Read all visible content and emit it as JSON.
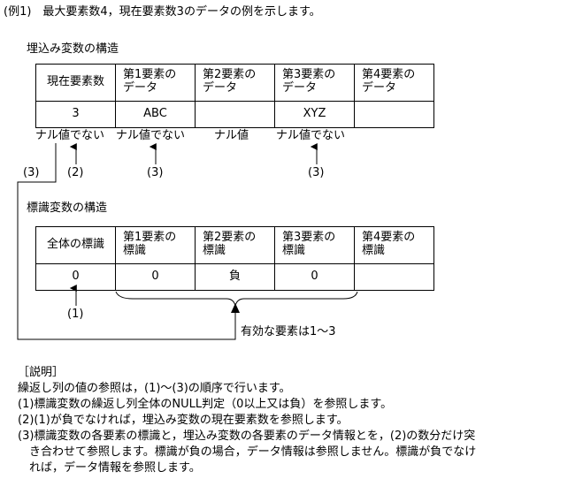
{
  "example_title": "(例1)　最大要素数4，現在要素数3のデータの例を示します。",
  "embed_struct": {
    "title": "埋込み変数の構造",
    "headers": [
      "現在要素数",
      "第1要素の\nデータ",
      "第2要素の\nデータ",
      "第3要素の\nデータ",
      "第4要素の\nデータ"
    ],
    "values": [
      "3",
      "ABC",
      "",
      "XYZ",
      ""
    ],
    "null_labels": [
      "ナル値でない",
      "ナル値でない",
      "ナル値",
      "ナル値でない"
    ],
    "step_labels": [
      "(3)",
      "(2)",
      "(3)",
      "(3)"
    ]
  },
  "indicator_struct": {
    "title": "標識変数の構造",
    "headers": [
      "全体の標識",
      "第1要素の\n標識",
      "第2要素の\n標識",
      "第3要素の\n標識",
      "第4要素の\n標識"
    ],
    "values": [
      "0",
      "0",
      "負",
      "0",
      ""
    ],
    "step_label": "(1)",
    "valid_label": "有効な要素は1～3"
  },
  "explanation": {
    "heading": "［説明］",
    "lines": [
      "繰返し列の値の参照は，(1)～(3)の順序で行います。",
      "(1)標識変数の繰返し列全体のNULL判定（0以上又は負）を参照します。",
      "(2)(1)が負でなければ，埋込み変数の現在要素数を参照します。",
      "(3)標識変数の各要素の標識と，埋込み変数の各要素のデータ情報とを，(2)の数分だけ突",
      "　き合わせて参照します。標識が負の場合，データ情報は参照しません。標識が負でなけ",
      "　れば，データ情報を参照します。"
    ]
  }
}
